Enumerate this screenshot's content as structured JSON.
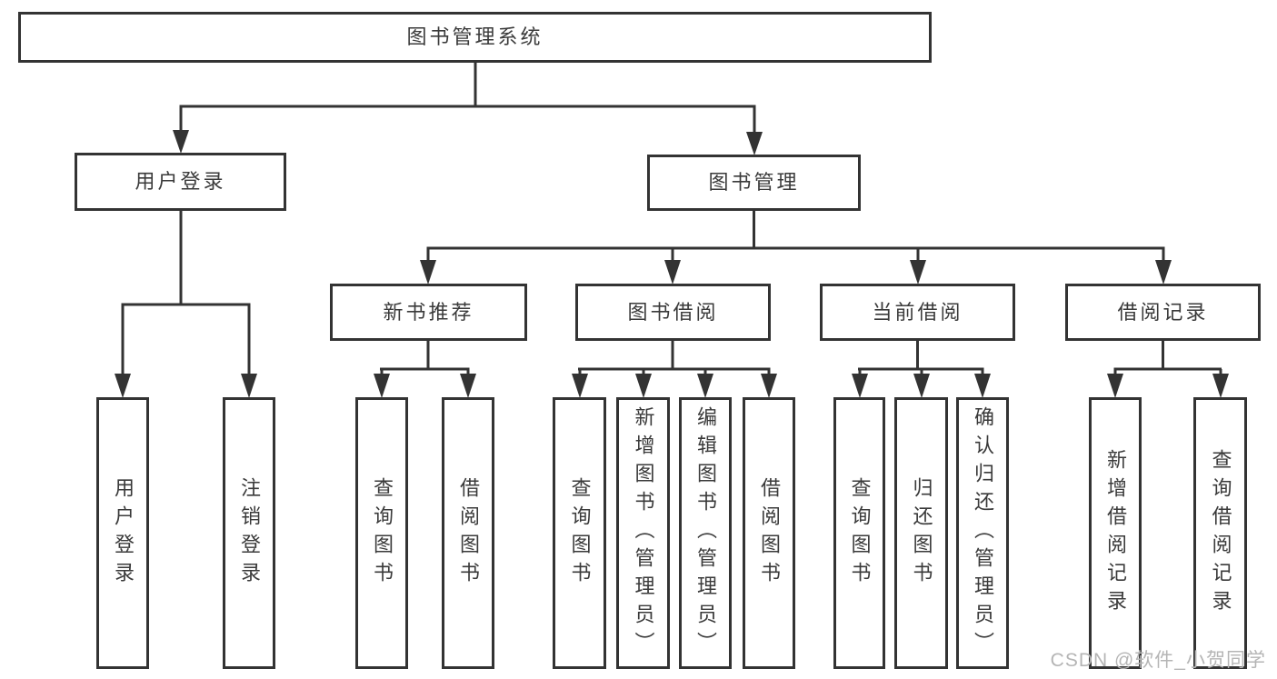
{
  "diagram": {
    "title": "图书管理系统",
    "level2": [
      {
        "label": "用户登录"
      },
      {
        "label": "图书管理"
      }
    ],
    "level3": [
      {
        "label": "新书推荐"
      },
      {
        "label": "图书借阅"
      },
      {
        "label": "当前借阅"
      },
      {
        "label": "借阅记录"
      }
    ],
    "leaves": {
      "user_login": [
        "用户登录",
        "注销登录"
      ],
      "new_books": [
        "查询图书",
        "借阅图书"
      ],
      "book_borrow": [
        "查询图书",
        "新增图书（管理员）",
        "编辑图书（管理员）",
        "借阅图书"
      ],
      "current_borrow": [
        "查询图书",
        "归还图书",
        "确认归还（管理员）"
      ],
      "borrow_records": [
        "新增借阅记录",
        "查询借阅记录"
      ]
    },
    "watermark": "CSDN @软件_小贺同学",
    "colors": {
      "line": "#333333",
      "text": "#3a3a3a",
      "box_bg": "#ffffff",
      "watermark": "#b5b5b5",
      "page_bg": "#ffffff"
    }
  }
}
